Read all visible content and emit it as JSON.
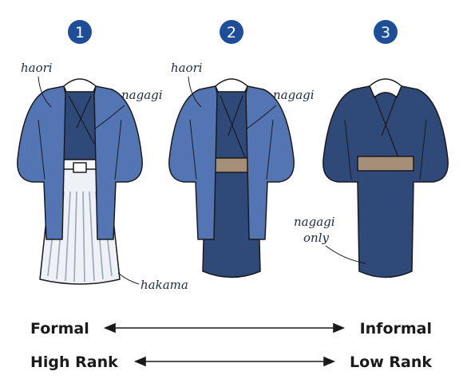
{
  "colors": {
    "haori": "#5475b3",
    "haori_dark": "#3f5f9c",
    "nagagi": "#2f4a78",
    "nagagi_dark": "#243a5f",
    "obi": "#a68f78",
    "badge": "#1f4e99",
    "outline": "#1a1a1a",
    "collar": "#ffffff",
    "hakama_light": "#f2f4f8",
    "hakama_stripe": "#9aa6b8"
  },
  "outfits": [
    {
      "number": "1",
      "callouts": {
        "haori": "haori",
        "nagagi": "nagagi",
        "hakama": "hakama"
      }
    },
    {
      "number": "2",
      "callouts": {
        "haori": "haori",
        "nagagi": "nagagi"
      }
    },
    {
      "number": "3",
      "callouts": {
        "nagagi": "nagagi",
        "nagagi_2": "only"
      }
    }
  ],
  "scales": [
    {
      "left": "Formal",
      "right": "Informal"
    },
    {
      "left": "High Rank",
      "right": "Low Rank"
    }
  ]
}
